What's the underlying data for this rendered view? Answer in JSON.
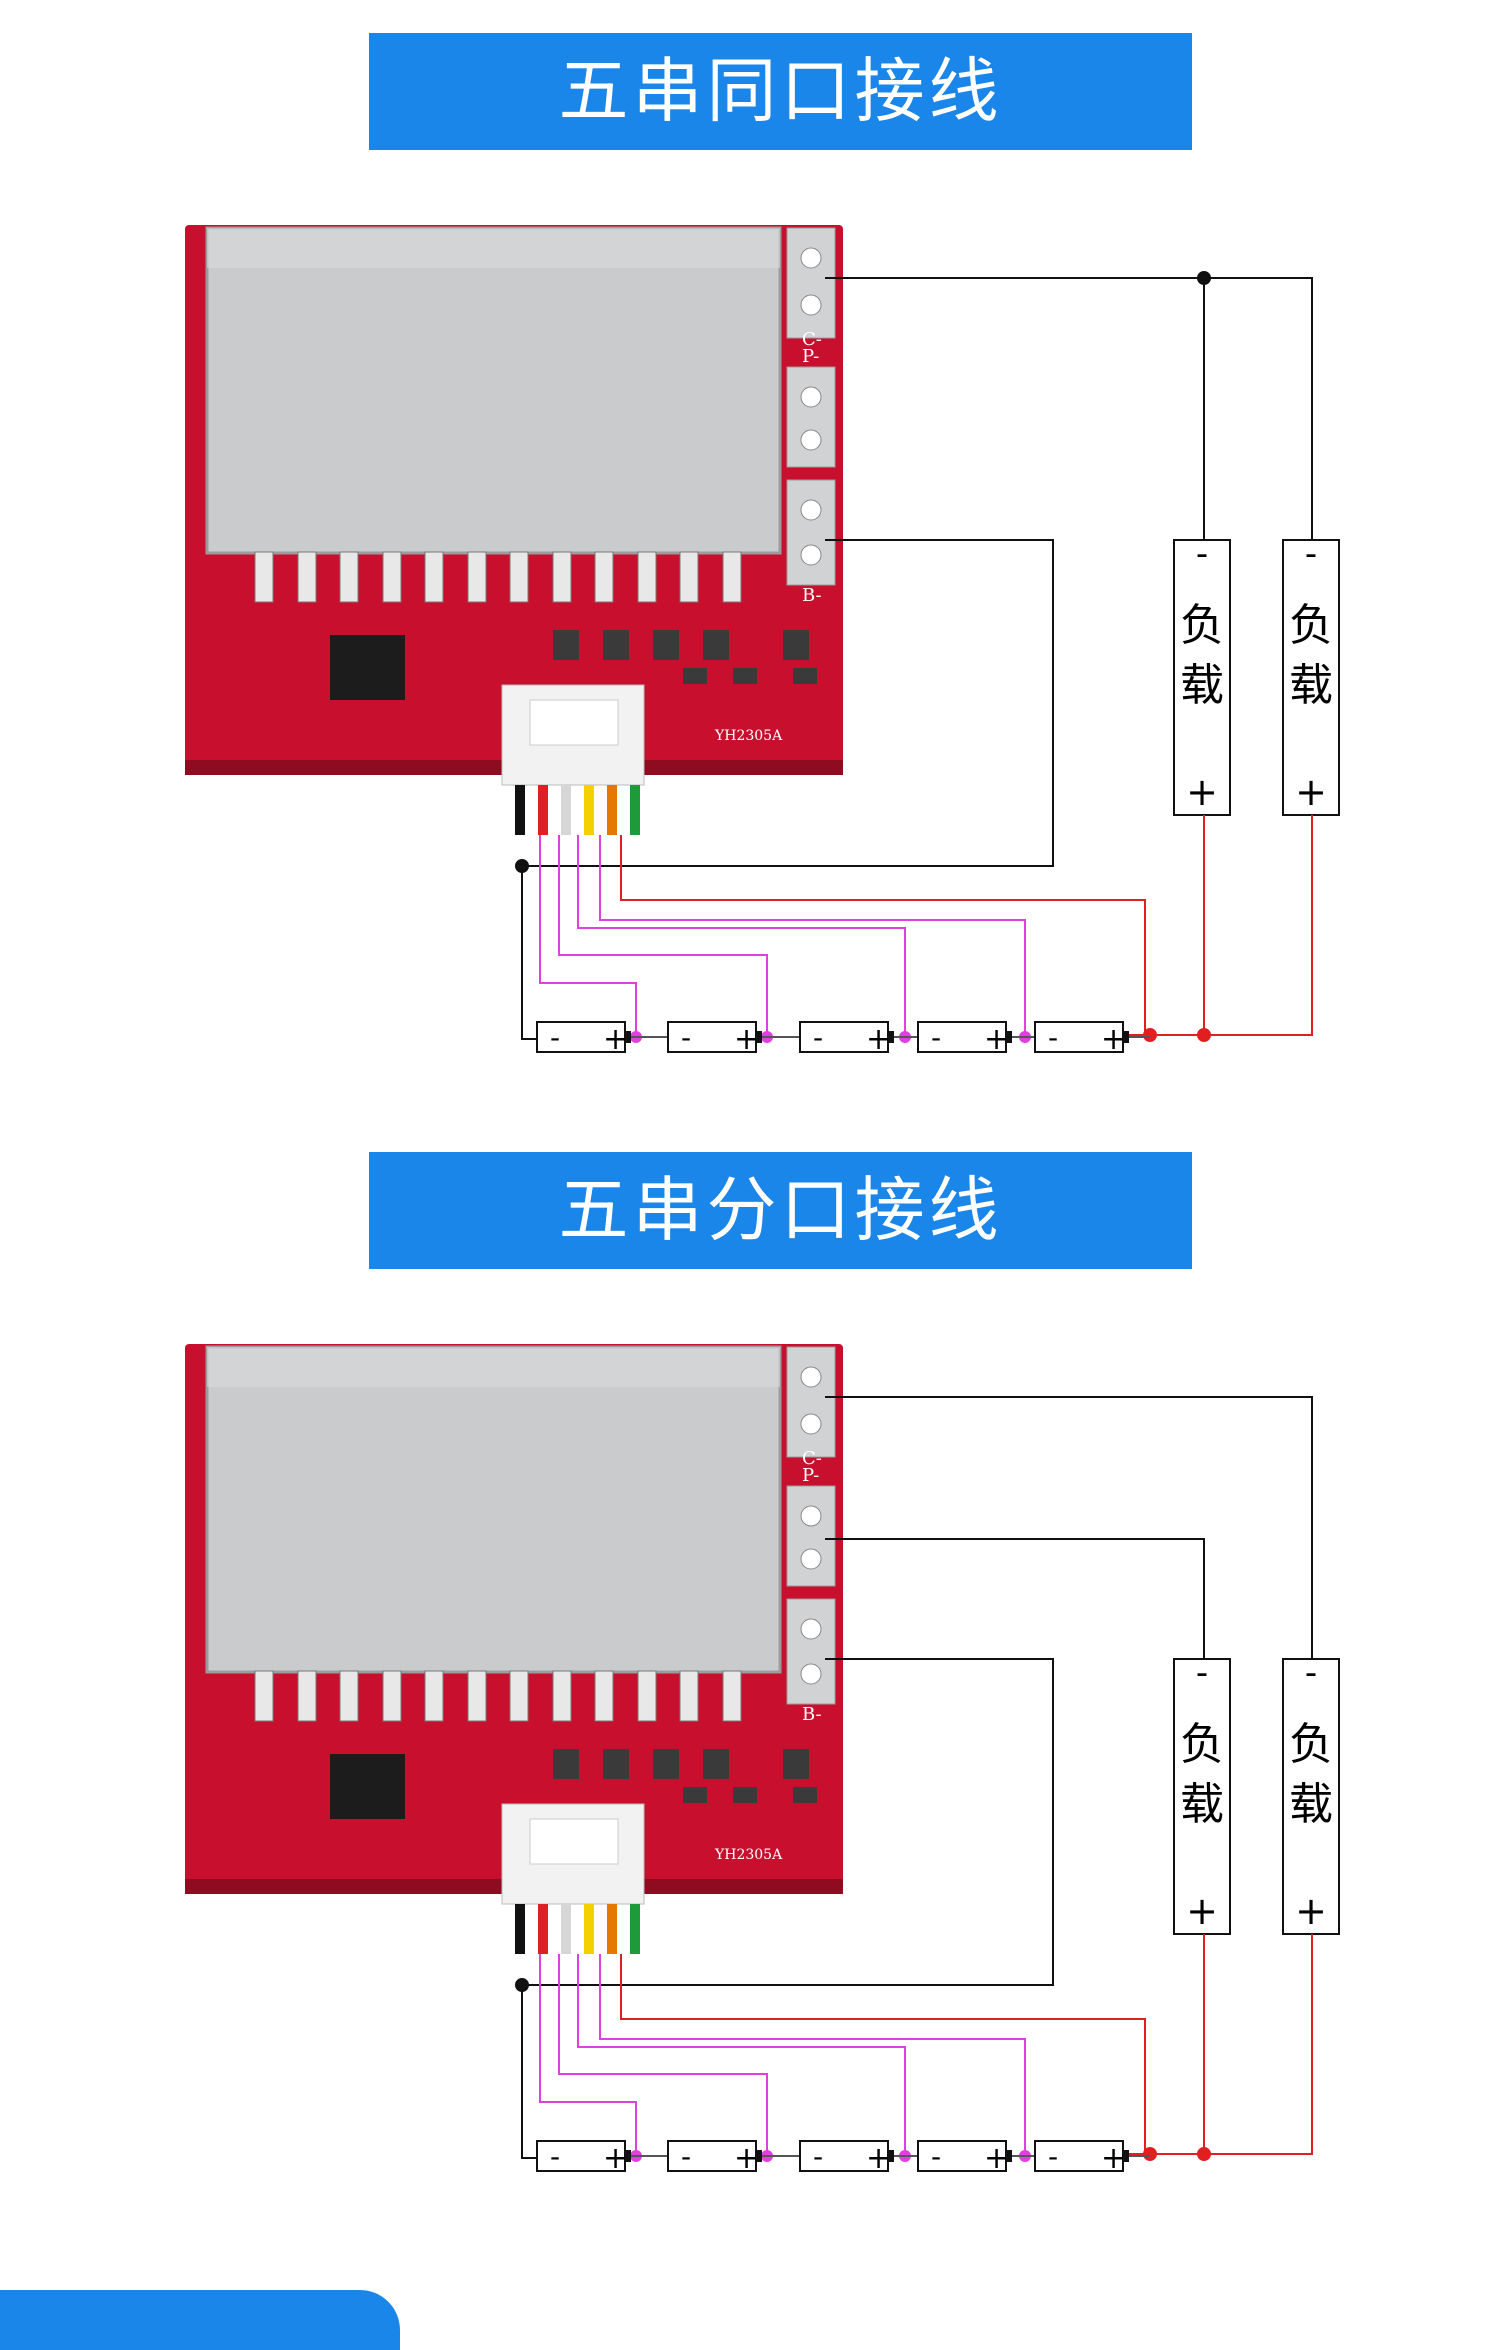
{
  "sections": [
    {
      "title": "五串同口接线",
      "board_label": "YH2305A",
      "terminal_labels": [
        "C-",
        "P-",
        "B-"
      ],
      "loads": [
        {
          "minus": "-",
          "name_1": "负",
          "name_2": "载",
          "plus": "+"
        },
        {
          "minus": "-",
          "name_1": "负",
          "name_2": "载",
          "plus": "+"
        }
      ],
      "cells": [
        {
          "minus": "-",
          "plus": "+"
        },
        {
          "minus": "-",
          "plus": "+"
        },
        {
          "minus": "-",
          "plus": "+"
        },
        {
          "minus": "-",
          "plus": "+"
        },
        {
          "minus": "-",
          "plus": "+"
        }
      ]
    },
    {
      "title": "五串分口接线",
      "board_label": "YH2305A",
      "terminal_labels": [
        "C-",
        "P-",
        "B-"
      ],
      "loads": [
        {
          "minus": "-",
          "name_1": "负",
          "name_2": "载",
          "plus": "+"
        },
        {
          "minus": "-",
          "name_1": "负",
          "name_2": "载",
          "plus": "+"
        }
      ],
      "cells": [
        {
          "minus": "-",
          "plus": "+"
        },
        {
          "minus": "-",
          "plus": "+"
        },
        {
          "minus": "-",
          "plus": "+"
        },
        {
          "minus": "-",
          "plus": "+"
        },
        {
          "minus": "-",
          "plus": "+"
        }
      ]
    }
  ],
  "colors": {
    "banner": "#1b86ea",
    "pcb": "#c8102e",
    "heatsink": "#c9cbcc",
    "balance_wire": "#e040e0",
    "positive_wire": "#e02020",
    "black_wire": "#111111"
  }
}
